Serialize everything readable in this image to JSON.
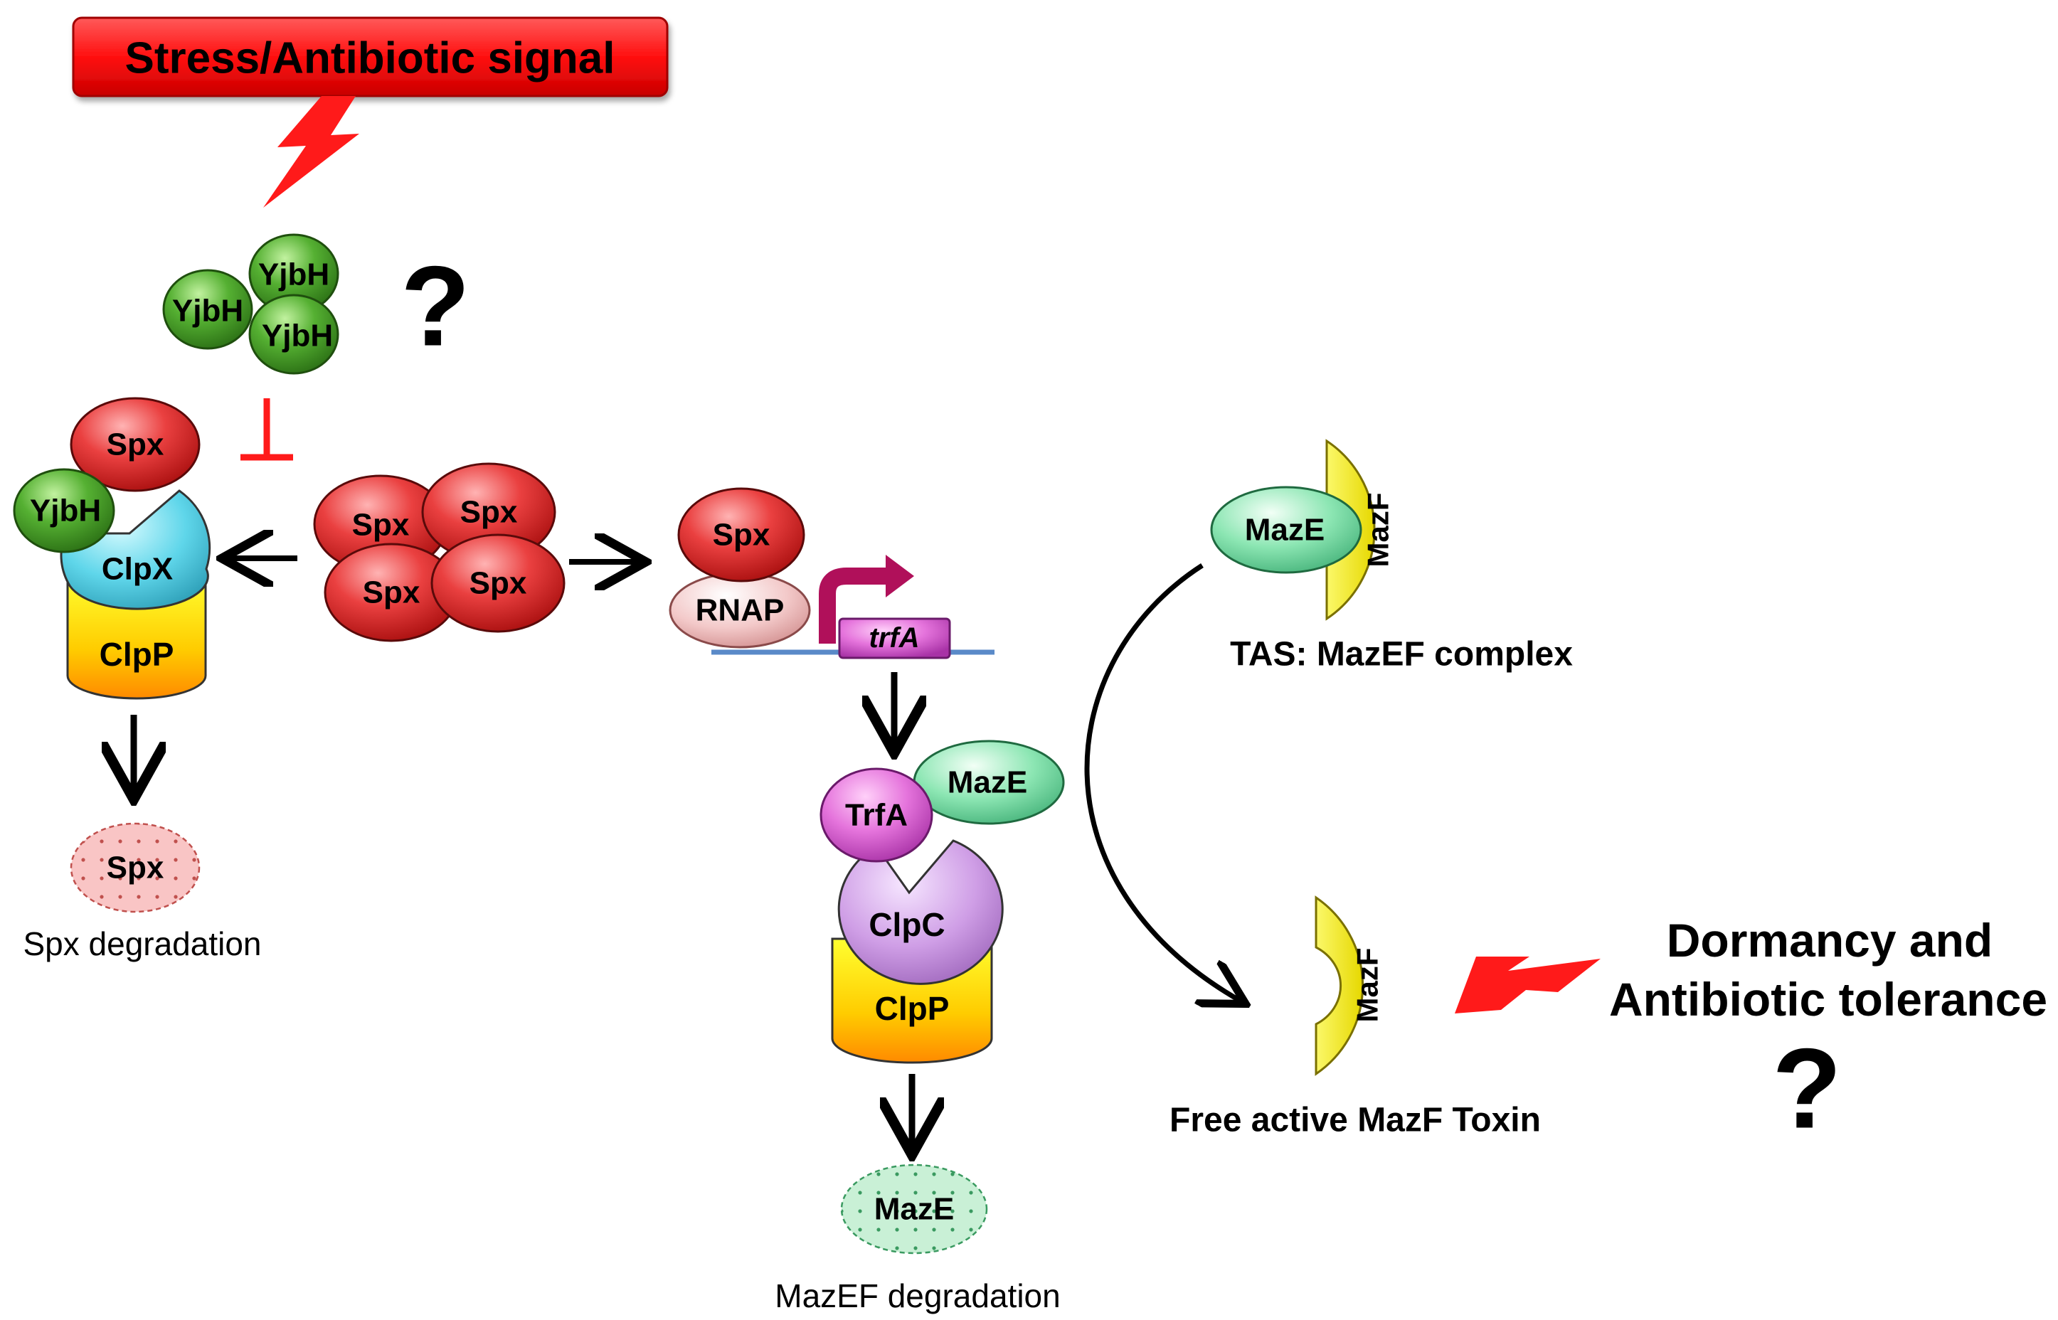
{
  "signal": {
    "text": "Stress/Antibiotic signal"
  },
  "yjbh": {
    "label": "YjbH"
  },
  "spx": {
    "label": "Spx"
  },
  "clpx": {
    "label": "ClpX"
  },
  "clpp": {
    "label": "ClpP"
  },
  "clpc": {
    "label": "ClpC"
  },
  "rnap": {
    "label": "RNAP"
  },
  "trfa_gene": {
    "label": "trfA"
  },
  "trfa_protein": {
    "label": "TrfA"
  },
  "maze": {
    "label": "MazE"
  },
  "mazf": {
    "label": "MazF"
  },
  "question_mark": "?",
  "captions": {
    "spx_degradation": "Spx degradation",
    "mazef_degradation": "MazEF degradation",
    "tas_complex": "TAS: MazEF complex",
    "free_toxin": "Free active MazF Toxin",
    "outcome_line1": "Dormancy and",
    "outcome_line2": "Antibiotic tolerance"
  },
  "colors": {
    "signal_red": "#ff1a1a",
    "spx_red": "#e23a3a",
    "yjbh_green": "#4aa32c",
    "clpx_cyan": "#5fd6ea",
    "clpc_violet": "#cf9ee6",
    "trfa_magenta": "#e070d8",
    "maze_green": "#7ee0a8",
    "mazf_yellow": "#f4f000",
    "promoter_arrow": "#b0105a",
    "dna_blue": "#5a8ac8"
  }
}
